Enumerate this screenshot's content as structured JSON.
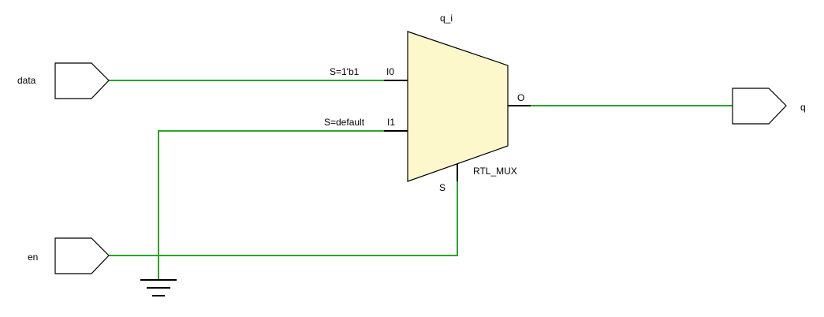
{
  "colors": {
    "wire": "#2aa52a",
    "mux_fill": "#fcf8cc",
    "outline": "#000000",
    "background": "#ffffff"
  },
  "ports": {
    "data": "data",
    "en": "en",
    "q": "q"
  },
  "mux": {
    "instance_name": "q_i",
    "cell_type": "RTL_MUX",
    "pin_i0": "I0",
    "pin_i1": "I1",
    "pin_o": "O",
    "pin_s": "S",
    "cond_i0": "S=1'b1",
    "cond_i1": "S=default"
  },
  "ground_icon": "ground-symbol-icon"
}
